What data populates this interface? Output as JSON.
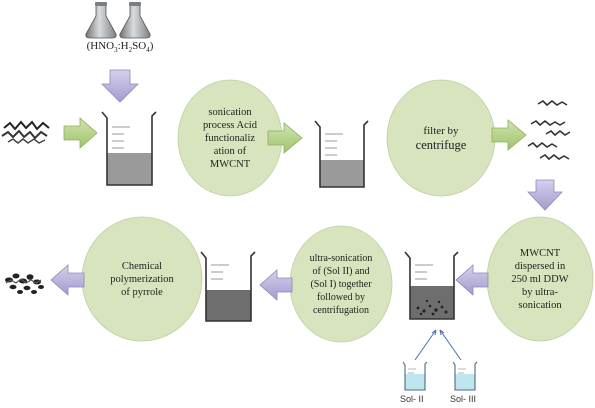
{
  "acid": {
    "open": "(HNO",
    "sub1": "3",
    "mid": ":H",
    "sub2": "2",
    "so": "SO",
    "sub3": "4",
    "close": ")"
  },
  "steps": {
    "sonication": [
      "sonication",
      "process Acid",
      "functionaliz",
      "ation of",
      "MWCNT"
    ],
    "filter": [
      "filter by",
      "centrifuge"
    ],
    "dispersed": [
      "MWCNT",
      "dispersed in",
      "250 ml DDW",
      "by ultra-",
      "sonication"
    ],
    "ultra": [
      "ultra-sonication",
      "of (Sol II) and",
      "(Sol I) together",
      "followed by",
      "centrifugation"
    ],
    "chemical": [
      "Chemical",
      "polymerization",
      "of pyrrole"
    ]
  },
  "solutions": {
    "sol2": "Sol- II",
    "sol3": "Sol- III"
  },
  "colors": {
    "oval_fill": "#d7e4bd",
    "arrow_green": "#b5d48a",
    "arrow_purple": "#bcb4dc",
    "liquid_gray": "#9a9a9a",
    "liquid_dark": "#6e6e6e",
    "sol_liquid": "#bfe6f0"
  }
}
